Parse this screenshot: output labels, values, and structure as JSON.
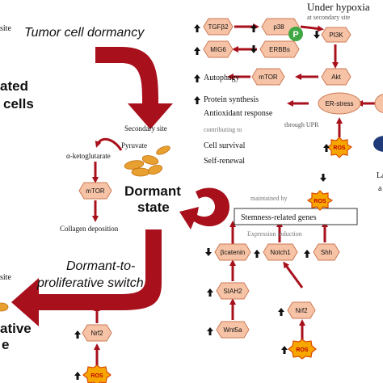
{
  "labels": {
    "site_top": "site",
    "site_mid": "site",
    "tumor_dormancy": "Tumor cell dormancy",
    "under_hypoxia": "Under hypoxia",
    "at_secondary_site": "at secondary site",
    "ated": "ated",
    "cells": "cells",
    "secondary_site": "Secondary site",
    "pyruvate": "Pyruvate",
    "alpha_kg": "α-ketoglutarate",
    "collagen": "Collagen deposition",
    "dormant": "Dormant",
    "state": "state",
    "dormant_to": "Dormant-to-",
    "prolif_switch": "proliferative switch",
    "ative": "ative",
    "e": "e",
    "autophagy": "Autophagy",
    "protein_synthesis": "Protein synthesis",
    "antioxidant": "Antioxidant response",
    "contributing": "contributing to",
    "cell_survival": "Cell survival",
    "self_renewal": "Self-renewal",
    "maintained_by": "maintained by",
    "stemness": "Stemness-related genes",
    "expression": "Expression induction",
    "through_upr": "through UPR",
    "ros": "ROS",
    "la": "La",
    "a": "a",
    "p": "P"
  },
  "nodes": {
    "tgfb2": "TGFβ2",
    "p38": "p38",
    "pi3k": "PI3K",
    "mig6": "MIG6",
    "erbbs": "ERBBs",
    "mtor_r": "mTOR",
    "akt": "Akt",
    "er_stress": "ER-stress",
    "mtor_l": "mTOR",
    "bcatenin": "βcatenin",
    "notch1": "Notch1",
    "shh": "Shh",
    "siah2": "SIAH2",
    "nrf2_r": "Nrf2",
    "wnt5a": "Wnt5a",
    "nrf2_l": "Nrf2"
  },
  "colors": {
    "arrow_red": "#a8101c",
    "node_fill": "#f6c3a6",
    "node_stroke": "#cc7a55",
    "ros_fill": "#f7a600",
    "ros_stroke": "#d84a00",
    "p_green": "#3fa743",
    "cell_orange": "#e8a030"
  }
}
